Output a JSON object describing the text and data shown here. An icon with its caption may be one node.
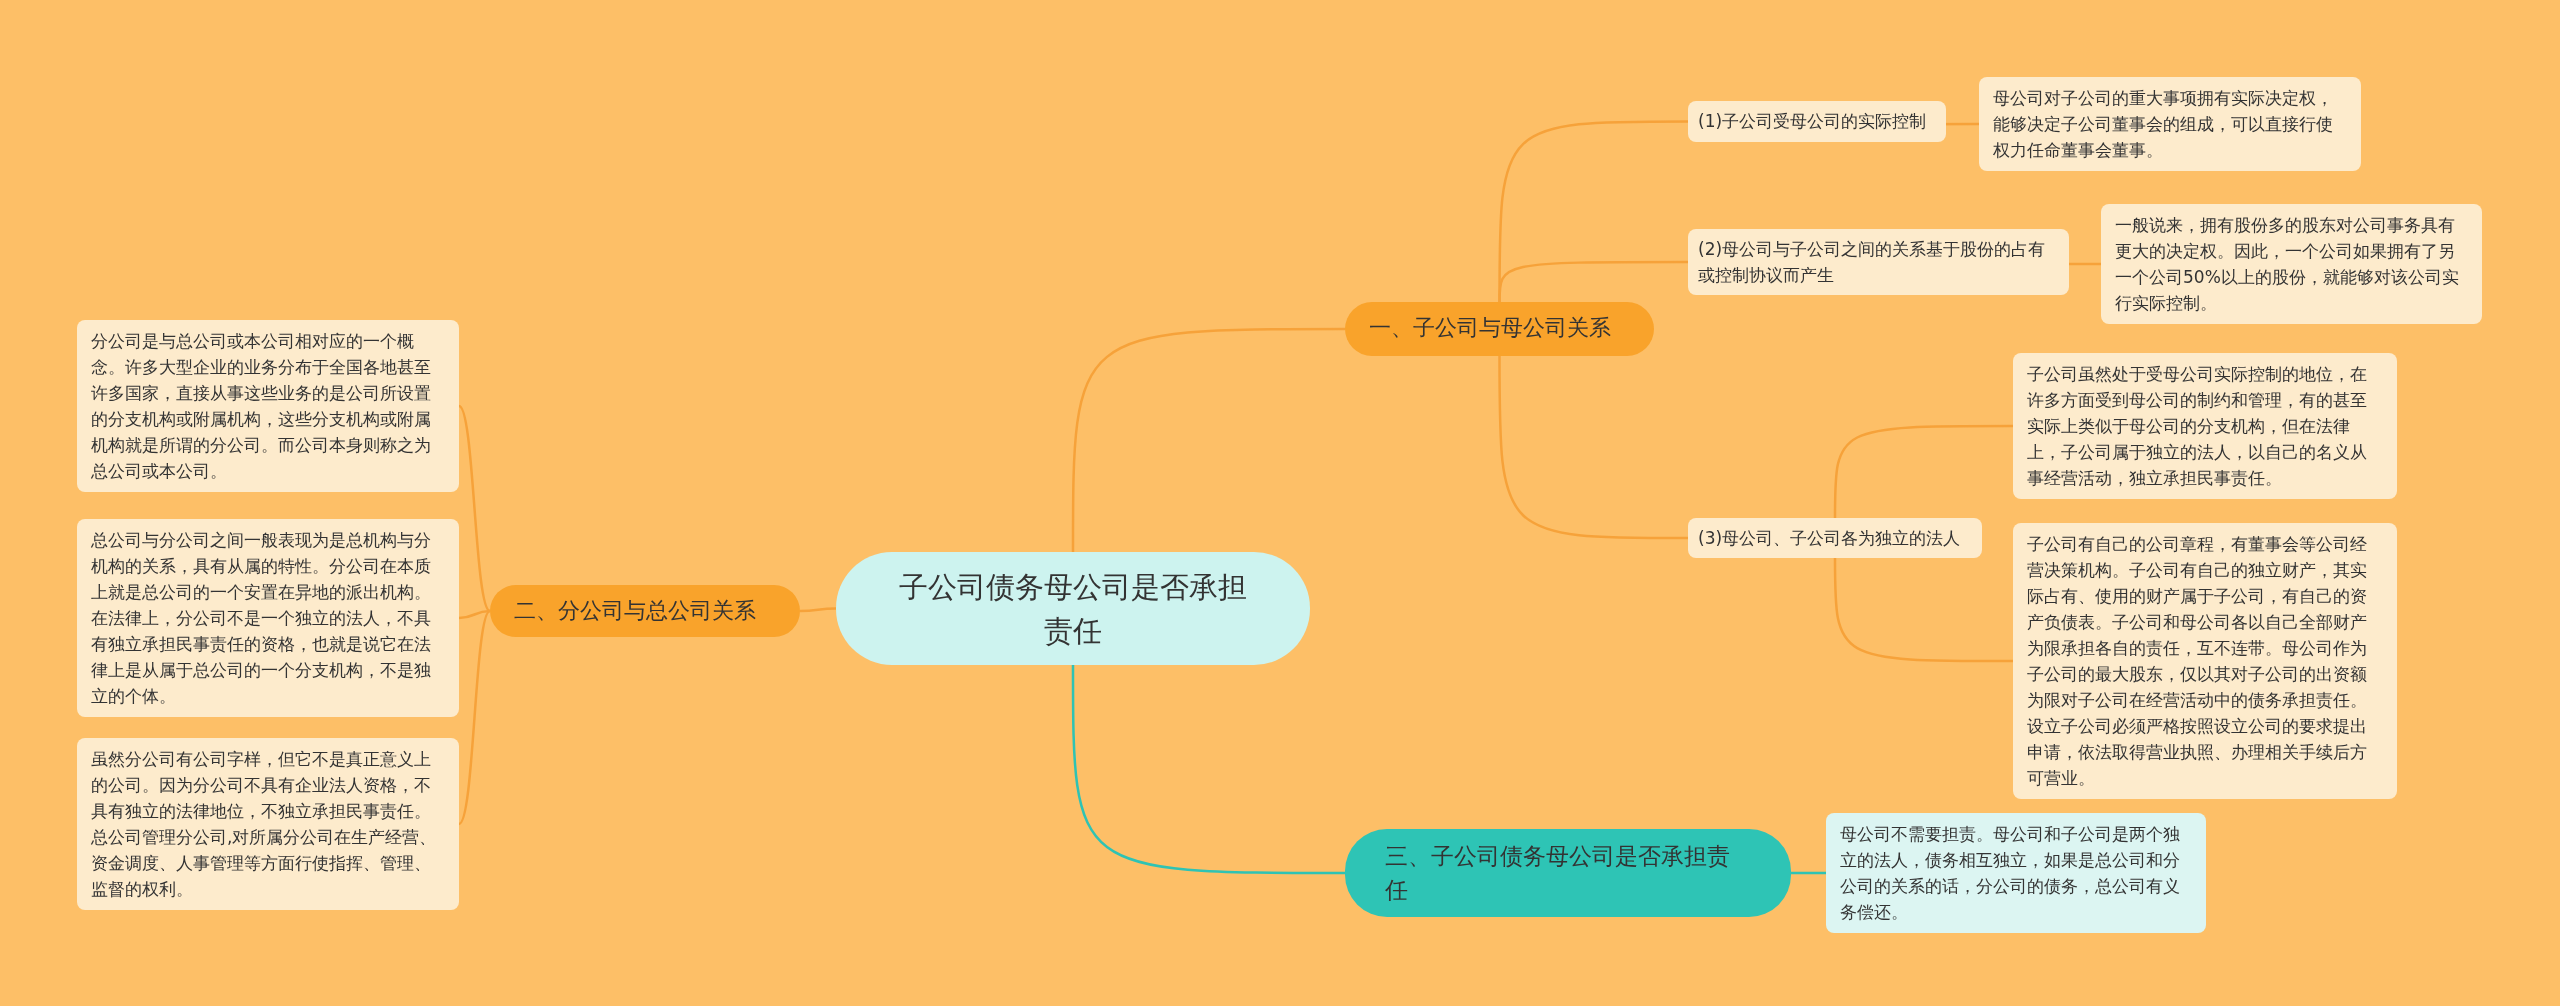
{
  "diagram": {
    "nodes": [
      {
        "text": [
          "子公司债务母公司是否承担责任"
        ]
      },
      {
        "text": [
          "一、子公司与母公司关系"
        ]
      },
      {
        "text": [
          "(1)子公司受母公司的实际控制"
        ]
      },
      {
        "text": [
          "母公司对子公司的重大事项拥有实际决定权，能够决定子公司董事会的组成，可以直接行使权力任命董事会董事。"
        ]
      },
      {
        "text": [
          "(2)母公司与子公司之间的关系基于股份的占有或控制协议而产生"
        ]
      },
      {
        "text": [
          "一般说来，拥有股份多的股东对公司事务具有更大的决定权。因此，一个公司如果拥有了另一个公司50%以上的股份，就能够对该公司实行实际控制。"
        ]
      },
      {
        "text": [
          "(3)母公司、子公司各为独立的法人"
        ]
      },
      {
        "text": [
          "子公司虽然处于受母公司实际控制的地位，在许多方面受到母公司的制约和管理，有的甚至实际上类似于母公司的分支机构，但在法律上，子公司属于独立的法人，以自己的名义从事经营活动，独立承担民事责任。"
        ]
      },
      {
        "text": [
          "子公司有自己的公司章程，有董事会等公司经营决策机构。子公司有自己的独立财产，其实际占有、使用的财产属于子公司，有自己的资产负债表。子公司和母公司各以自己全部财产为限承担各自的责任，互不连带。母公司作为子公司的最大股东，仅以其对子公司的出资额为限对子公司在经营活动中的债务承担责任。设立子公司必须严格按照设立公司的要求提出申请，依法取得营业执照、办理相关手续后方可营业。"
        ]
      },
      {
        "text": [
          "二、分公司与总公司关系"
        ]
      },
      {
        "text": [
          "分公司是与总公司或本公司相对应的一个概念。许多大型企业的业务分布于全国各地甚至许多国家，直接从事这些业务的是公司所设置的分支机构或附属机构，这些分支机构或附属机构就是所谓的分公司。而公司本身则称之为总公司或本公司。"
        ]
      },
      {
        "text": [
          "总公司与分公司之间一般表现为是总机构与分机构的关系，具有从属的特性。分公司在本质上就是总公司的一个安置在异地的派出机构。在法律上，分公司不是一个独立的法人，不具有独立承担民事责任的资格，也就是说它在法律上是从属于总公司的一个分支机构，不是独立的个体。"
        ]
      },
      {
        "text": [
          "虽然分公司有公司字样，但它不是真正意义上的公司。因为分公司不具有企业法人资格，不具有独立的法律地位，不独立承担民事责任。总公司管理分公司,对所属分公司在生产经营、资金调度、人事管理等方面行使指挥、管理、监督的权利。"
        ]
      },
      {
        "text": [
          "三、子公司债务母公司是否承担责任"
        ]
      },
      {
        "text": [
          "母公司不需要担责。母公司和子公司是两个独立的法人，债务相互独立，如果是总公司和分公司的关系的话，分公司的债务，总公司有义务偿还。"
        ]
      }
    ],
    "edges": [
      {
        "from": 0,
        "to": 1,
        "arrow": "none"
      },
      {
        "from": 1,
        "to": 2,
        "arrow": "none"
      },
      {
        "from": 2,
        "to": 3,
        "arrow": "none"
      },
      {
        "from": 1,
        "to": 4,
        "arrow": "none"
      },
      {
        "from": 4,
        "to": 5,
        "arrow": "none"
      },
      {
        "from": 1,
        "to": 6,
        "arrow": "none"
      },
      {
        "from": 6,
        "to": 7,
        "arrow": "none"
      },
      {
        "from": 6,
        "to": 8,
        "arrow": "none"
      },
      {
        "from": 0,
        "to": 9,
        "arrow": "none"
      },
      {
        "from": 9,
        "to": 10,
        "arrow": "none"
      },
      {
        "from": 9,
        "to": 11,
        "arrow": "none"
      },
      {
        "from": 9,
        "to": 12,
        "arrow": "none"
      },
      {
        "from": 0,
        "to": 13,
        "arrow": "none",
        "color": "#2fc3b4"
      },
      {
        "from": 13,
        "to": 14,
        "arrow": "none",
        "color": "#2fc3b4"
      }
    ]
  }
}
